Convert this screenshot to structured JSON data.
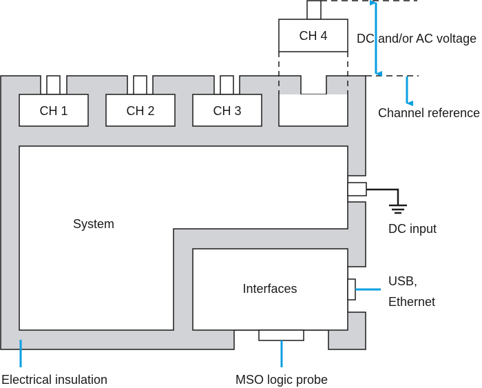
{
  "colors": {
    "housing": "#d1d3d6",
    "accent": "#0a9fe0",
    "outline": "#1a1a1a"
  },
  "blocks": {
    "ch1": "CH 1",
    "ch2": "CH 2",
    "ch3": "CH 3",
    "ch4": "CH 4",
    "system": "System",
    "interfaces": "Interfaces"
  },
  "labels": {
    "voltage": "DC and/or AC voltage",
    "channel_reference": "Channel reference",
    "dc_input": "DC input",
    "usb_line1": "USB,",
    "usb_line2": "Ethernet",
    "insulation": "Electrical insulation",
    "mso": "MSO logic probe"
  },
  "icons": {
    "ground": "ground-symbol-icon",
    "arrow": "arrow-icon"
  }
}
